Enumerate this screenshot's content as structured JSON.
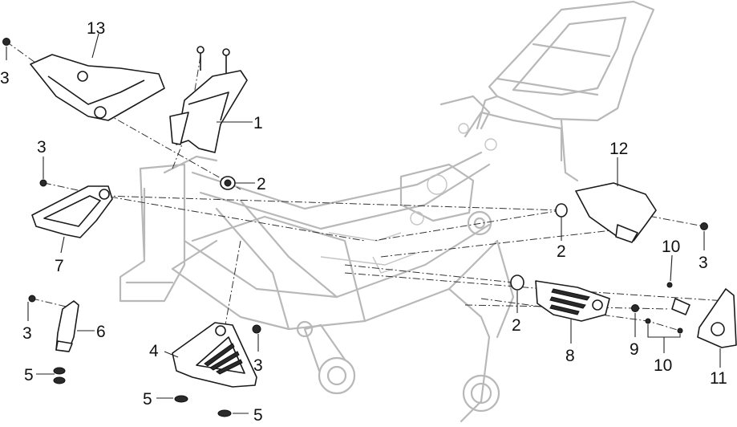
{
  "callouts": {
    "c1": "1",
    "c2a": "2",
    "c2b": "2",
    "c2c": "2",
    "c3a": "3",
    "c3b": "3",
    "c3c": "3",
    "c3d": "3",
    "c3e": "3",
    "c4": "4",
    "c5a": "5",
    "c5b": "5",
    "c5c": "5",
    "c6": "6",
    "c7": "7",
    "c8": "8",
    "c9": "9",
    "c10a": "10",
    "c10b": "10",
    "c11": "11",
    "c12": "12",
    "c13": "13"
  }
}
